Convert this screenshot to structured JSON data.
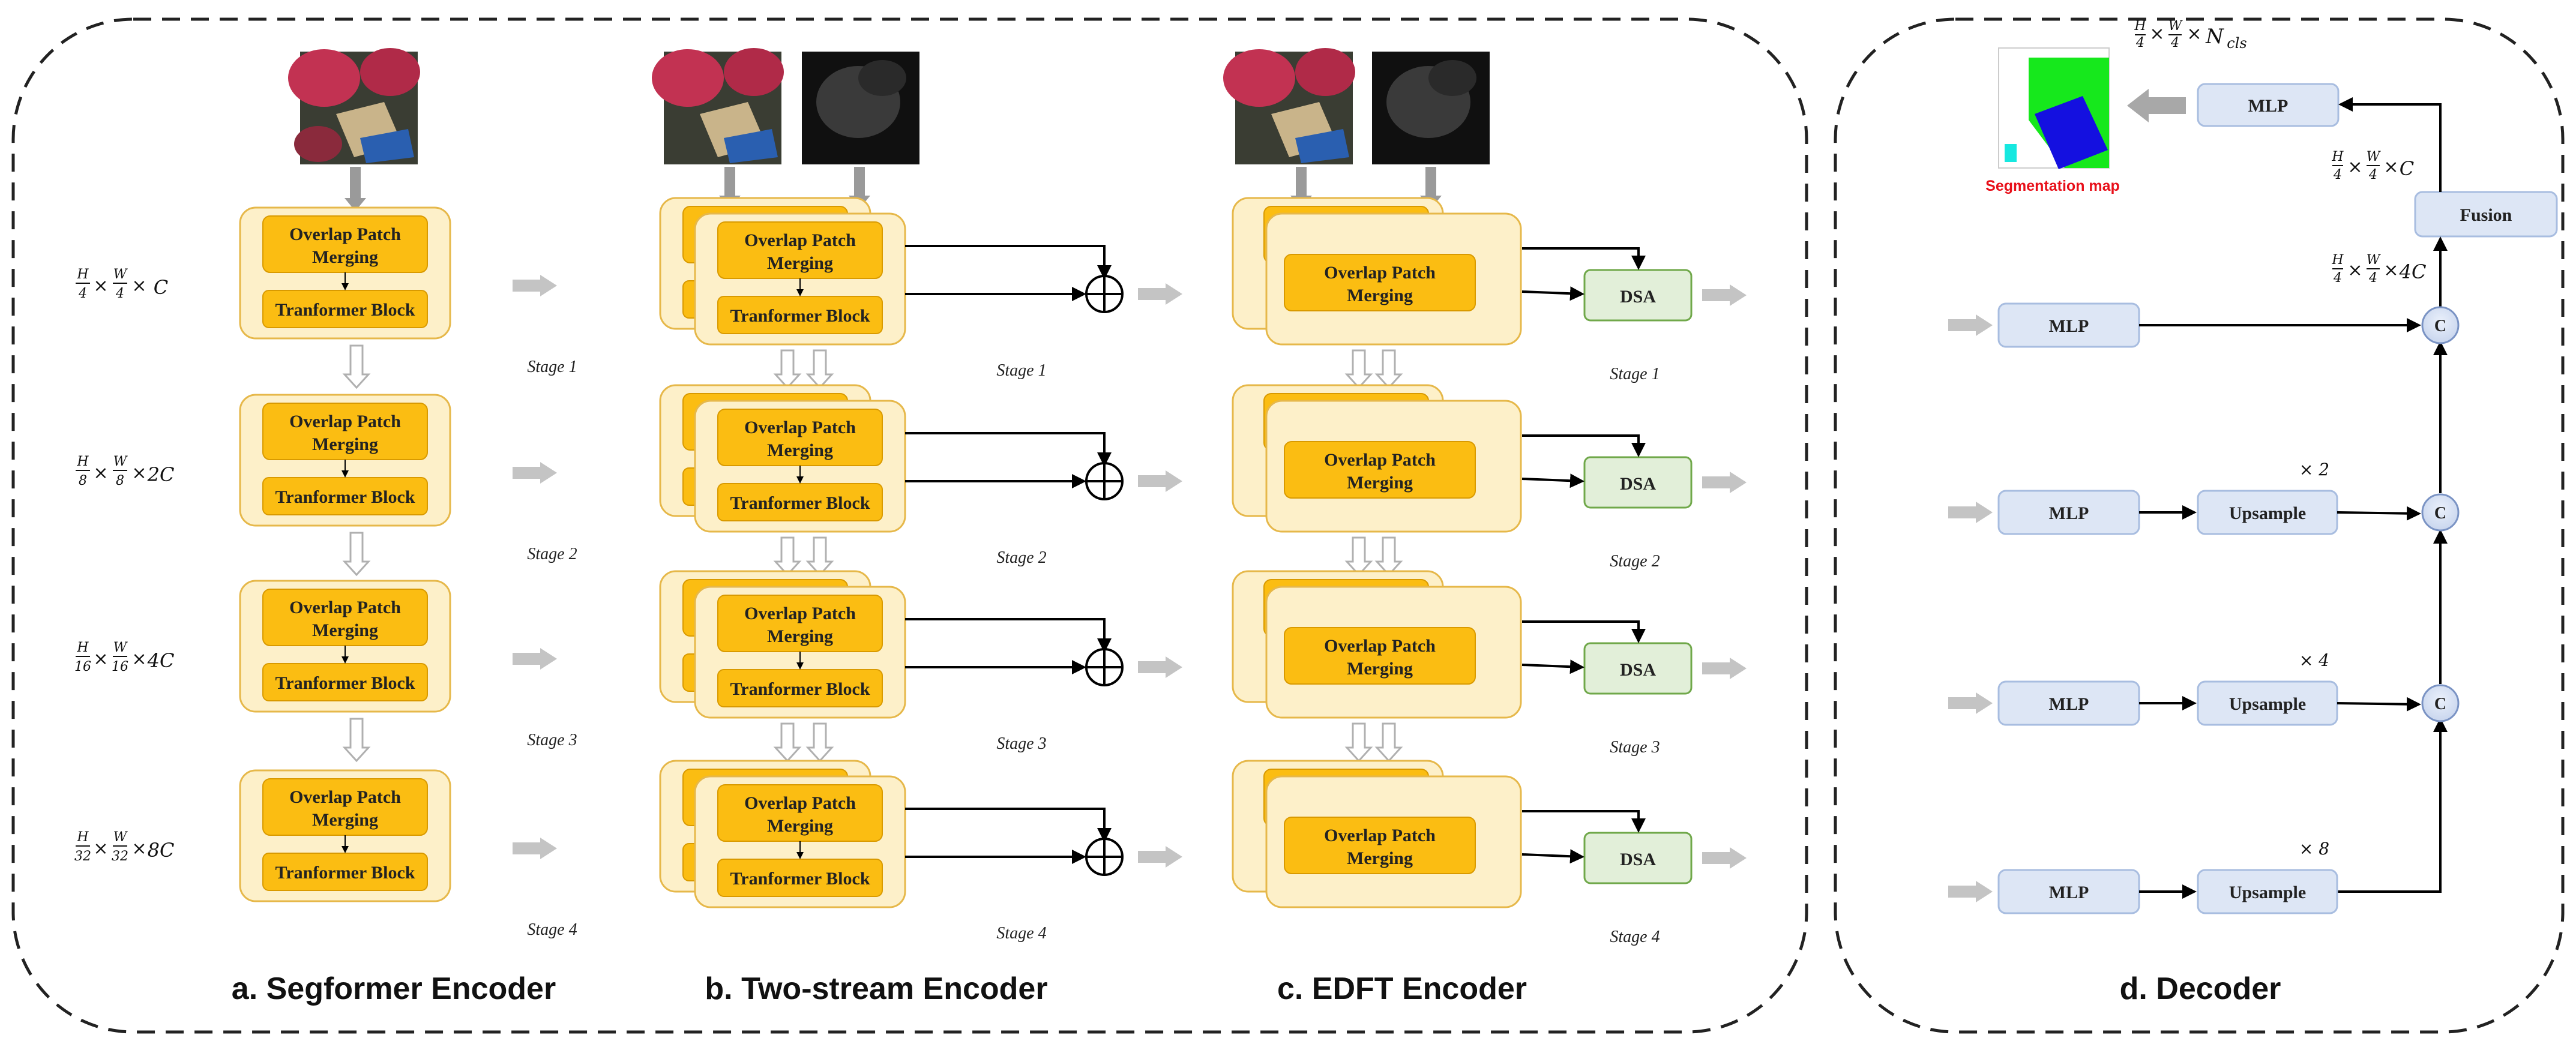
{
  "titles": {
    "a": "a. Segformer Encoder",
    "b": "b. Two-stream Encoder",
    "c": "c. EDFT Encoder",
    "d": "d. Decoder"
  },
  "labels": {
    "overlap_l1": "Overlap Patch",
    "overlap_l2": "Merging",
    "transformer": "Tranformer Block",
    "dsa": "DSA",
    "mlp": "MLP",
    "upsample": "Upsample",
    "fusion": "Fusion",
    "concat": "C",
    "segmentation_map": "Segmentation map"
  },
  "stages": [
    "Stage 1",
    "Stage 2",
    "Stage 3",
    "Stage 4"
  ],
  "dims": [
    {
      "hd": "4",
      "wd": "4",
      "ch": "C"
    },
    {
      "hd": "8",
      "wd": "8",
      "ch": "2C"
    },
    {
      "hd": "16",
      "wd": "16",
      "ch": "4C"
    },
    {
      "hd": "32",
      "wd": "32",
      "ch": "8C"
    }
  ],
  "decoder": {
    "upscales": [
      "× 2",
      "× 4",
      "× 8"
    ],
    "concat_dim": {
      "hd": "4",
      "wd": "4",
      "ch": "4C"
    },
    "fusion_dim": {
      "hd": "4",
      "wd": "4",
      "ch": "C"
    },
    "output_dim": {
      "hd": "4",
      "wd": "4",
      "ch": "N",
      "sub": "cls"
    }
  },
  "colors": {
    "outer_fill": "#fdf0c9",
    "outer_stroke": "#e6b84a",
    "inner_fill": "#fbbd12",
    "inner_stroke": "#d99a00",
    "dsa_fill": "#e2efd9",
    "dsa_stroke": "#70a84a",
    "blue_fill": "#dde6f5",
    "blue_stroke": "#a8bde0",
    "arrow_gray": "#b3b3b3",
    "segmap_red": "#e8101a"
  },
  "icons": {
    "image_rgb": "aerial-rgb-image",
    "image_depth": "depth-map-image",
    "fuse": "circled-plus-icon",
    "segmap": "segmentation-map-image"
  }
}
